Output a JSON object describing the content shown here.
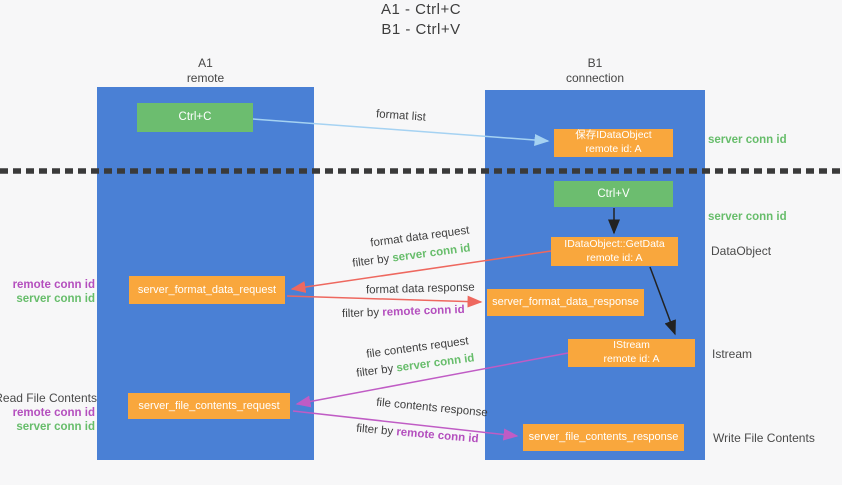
{
  "title": {
    "line1": "A1 - Ctrl+C",
    "line2": "B1 - Ctrl+V"
  },
  "lanes": {
    "left": {
      "name": "A1",
      "role": "remote"
    },
    "right": {
      "name": "B1",
      "role": "connection"
    }
  },
  "nodes": {
    "ctrl_c": "Ctrl+C",
    "ctrl_v": "Ctrl+V",
    "save_dataobject": {
      "title": "保存IDataObject",
      "subtitle": "remote id: A"
    },
    "getdata": {
      "title": "IDataObject::GetData",
      "subtitle": "remote id: A"
    },
    "istream": {
      "title": "IStream",
      "subtitle": "remote id: A"
    },
    "server_format_data_request": "server_format_data_request",
    "server_format_data_response": "server_format_data_response",
    "server_file_contents_request": "server_file_contents_request",
    "server_file_contents_response": "server_file_contents_response"
  },
  "arrows": {
    "format_list": "format list",
    "format_data_request": {
      "label": "format data request",
      "filter_prefix": "filter by ",
      "filter_value": "server conn id"
    },
    "format_data_response": {
      "label": "format data response",
      "filter_prefix": "filter by ",
      "filter_value": "remote conn id"
    },
    "file_contents_request": {
      "label": "file contents request",
      "filter_prefix": "filter by ",
      "filter_value": "server conn id"
    },
    "file_contents_response": {
      "label": "file contents response",
      "filter_prefix": "filter by ",
      "filter_value": "remote conn id"
    }
  },
  "annotations": {
    "server_conn_id_top": "server conn id",
    "server_conn_id_mid": "server conn id",
    "dataobject": "DataObject",
    "istream": "Istream",
    "write_file_contents": "Write File Contents",
    "read_file_contents": "Read File Contents",
    "request_remote_conn_id": "remote conn id",
    "request_server_conn_id": "server conn id",
    "file_remote_conn_id": "remote conn id",
    "file_server_conn_id": "server conn id"
  },
  "colors": {
    "lane_blue": "#4A80D5",
    "node_green": "#6CBD6F",
    "node_orange": "#F9A73D",
    "arrow_red": "#EE685F",
    "arrow_magenta": "#C05CC5",
    "arrow_light_blue": "#A5D2F2",
    "arrow_black": "#222222",
    "text_green": "#67BD6B",
    "text_purple": "#B44FBE",
    "text_gray": "#4A4A4A",
    "background": "#F7F7F8"
  }
}
